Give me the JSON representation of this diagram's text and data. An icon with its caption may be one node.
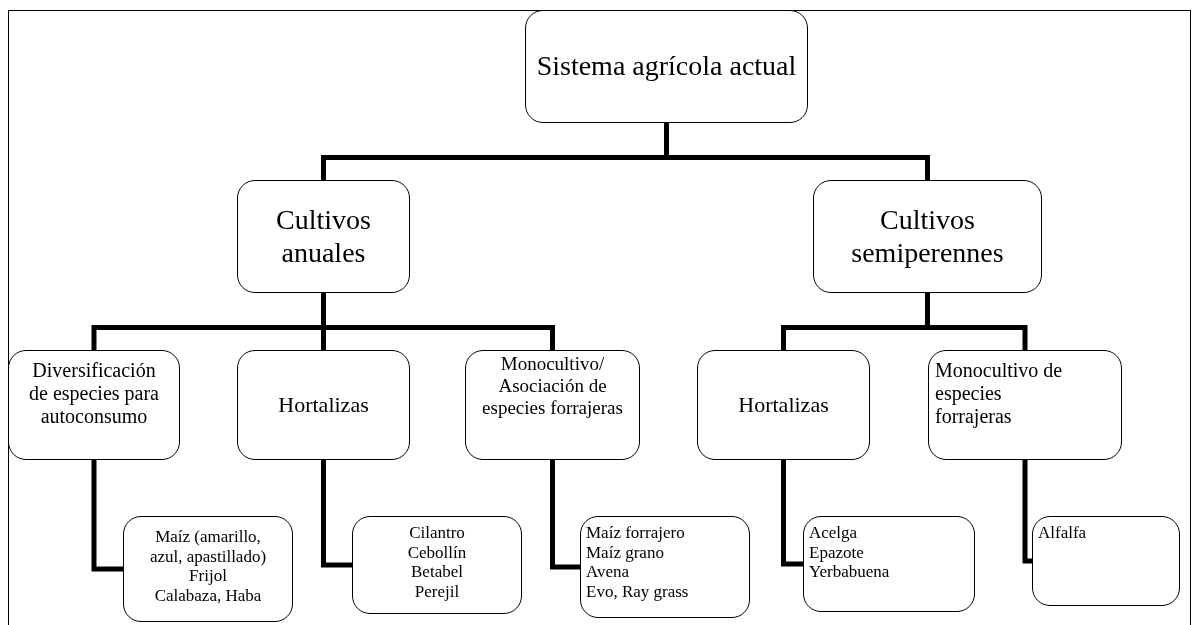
{
  "diagram": {
    "nodes": [
      {
        "text": [
          "Sistema agrícola actual"
        ]
      },
      {
        "text": [
          "Cultivos anuales"
        ]
      },
      {
        "text": [
          "Cultivos semiperennes"
        ]
      },
      {
        "text": [
          "Diversificación de especies para autoconsumo"
        ]
      },
      {
        "text": [
          "Hortalizas"
        ]
      },
      {
        "text": [
          "Monocultivo/ Asociación de especies forrajeras"
        ]
      },
      {
        "text": [
          "Hortalizas"
        ]
      },
      {
        "text": [
          "Monocultivo de especies forrajeras"
        ]
      },
      {
        "text": [
          "Maíz (amarillo, azul, apastillado)",
          "Frijol",
          "Calabaza, Haba"
        ]
      },
      {
        "text": [
          "Cilantro",
          "Cebollín",
          "Betabel",
          "Perejil"
        ]
      },
      {
        "text": [
          "Maíz forrajero",
          "Maíz grano",
          "Avena",
          "Evo, Ray grass"
        ]
      },
      {
        "text": [
          "Acelga",
          "Epazote",
          "Yerbabuena"
        ]
      },
      {
        "text": [
          "Alfalfa"
        ]
      }
    ],
    "edges": [
      {
        "from": 0,
        "to": 1,
        "arrow": "none"
      },
      {
        "from": 0,
        "to": 2,
        "arrow": "none"
      },
      {
        "from": 1,
        "to": 3,
        "arrow": "none"
      },
      {
        "from": 1,
        "to": 4,
        "arrow": "none"
      },
      {
        "from": 1,
        "to": 5,
        "arrow": "none"
      },
      {
        "from": 2,
        "to": 6,
        "arrow": "none"
      },
      {
        "from": 2,
        "to": 7,
        "arrow": "none"
      },
      {
        "from": 3,
        "to": 8,
        "arrow": "none"
      },
      {
        "from": 4,
        "to": 9,
        "arrow": "none"
      },
      {
        "from": 5,
        "to": 10,
        "arrow": "none"
      },
      {
        "from": 6,
        "to": 11,
        "arrow": "none"
      },
      {
        "from": 7,
        "to": 12,
        "arrow": "none"
      }
    ]
  }
}
